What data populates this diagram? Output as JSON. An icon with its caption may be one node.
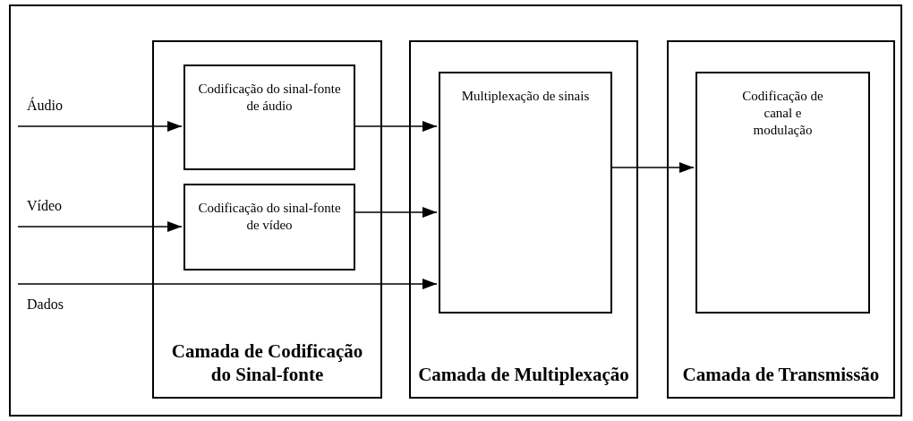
{
  "diagram": {
    "nodes": [
      {
        "text": [
          "Camada de Codificação do Sinal-fonte"
        ]
      },
      {
        "text": [
          "Codificação do sinal-fonte de áudio"
        ],
        "in": 0
      },
      {
        "text": [
          "Codificação do sinal-fonte de vídeo"
        ],
        "in": 0
      },
      {
        "text": [
          "Camada de Multiplexação"
        ]
      },
      {
        "text": [
          "Multiplexação de sinais"
        ],
        "in": 3
      },
      {
        "text": [
          "Camada de Transmissão"
        ]
      },
      {
        "text": [
          "Codificação de canal e modulação"
        ],
        "in": 5
      }
    ],
    "edges": [
      {
        "from": null,
        "to": 1,
        "arrow": "to"
      },
      {
        "from": null,
        "to": 2,
        "arrow": "to"
      },
      {
        "from": null,
        "to": 4,
        "arrow": "to"
      },
      {
        "from": 1,
        "to": 4,
        "arrow": "to"
      },
      {
        "from": 2,
        "to": 4,
        "arrow": "to"
      },
      {
        "from": 4,
        "to": 6,
        "arrow": "to"
      }
    ],
    "labels": [
      "Áudio",
      "Vídeo",
      "Dados"
    ]
  }
}
